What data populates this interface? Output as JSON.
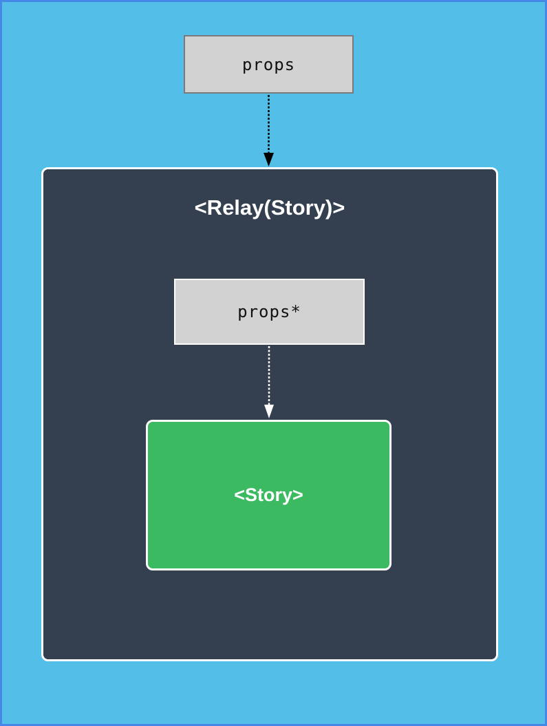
{
  "nodes": {
    "outer_props": {
      "label": "props"
    },
    "relay_container": {
      "title": "<Relay(Story)>"
    },
    "inner_props": {
      "label": "props*"
    },
    "story": {
      "label": "<Story>"
    }
  },
  "icons": {
    "arrow_props_to_relay": "arrow-down-icon",
    "arrow_props_to_story": "arrow-down-icon"
  },
  "colors": {
    "page_background": "#53bfe8",
    "page_border": "#4688e8",
    "container_fill": "#343f4f",
    "container_border": "#ffffff",
    "props_box_fill": "#d2d2d2",
    "props_box_border_outer": "#7a7a7a",
    "props_box_border_inner": "#ffffff",
    "story_fill": "#3cba62",
    "story_border": "#ffffff",
    "arrow_outer": "#000000",
    "arrow_inner": "#ffffff",
    "label_dark": "#111111",
    "label_light": "#ffffff"
  }
}
